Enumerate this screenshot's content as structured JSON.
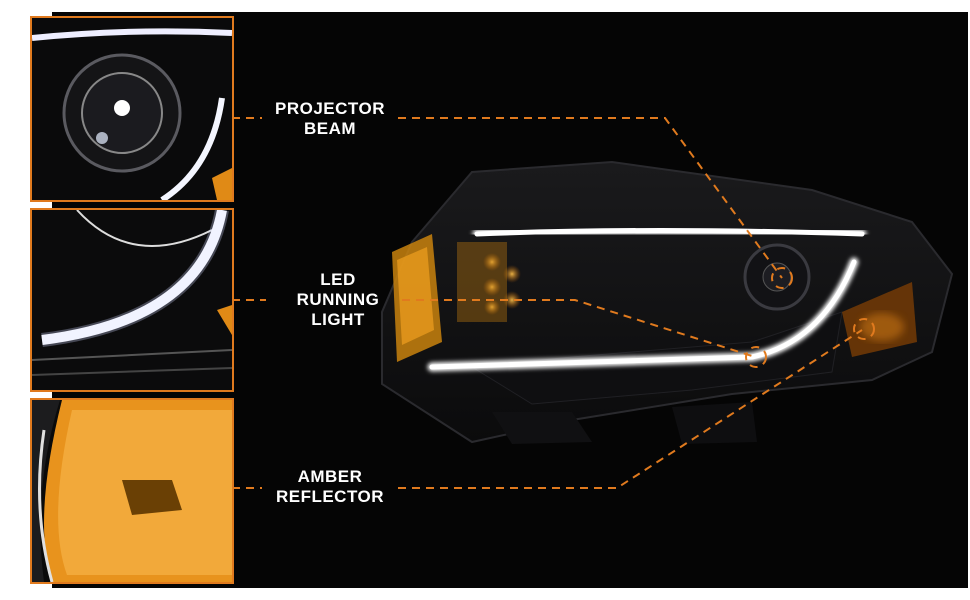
{
  "colors": {
    "accent": "#e07a1e",
    "background": "#050505",
    "label_text": "#ffffff",
    "amber": "#f0a020",
    "drl_white": "#f4f6ff"
  },
  "callouts": [
    {
      "id": "projector",
      "line1": "PROJECTOR",
      "line2": "BEAM"
    },
    {
      "id": "led",
      "line1": "LED",
      "line2": "RUNNING",
      "line3": "LIGHT"
    },
    {
      "id": "amber",
      "line1": "AMBER",
      "line2": "REFLECTOR"
    }
  ],
  "insets": [
    {
      "subject": "projector lens close-up"
    },
    {
      "subject": "LED light bar close-up"
    },
    {
      "subject": "amber reflector close-up"
    }
  ]
}
